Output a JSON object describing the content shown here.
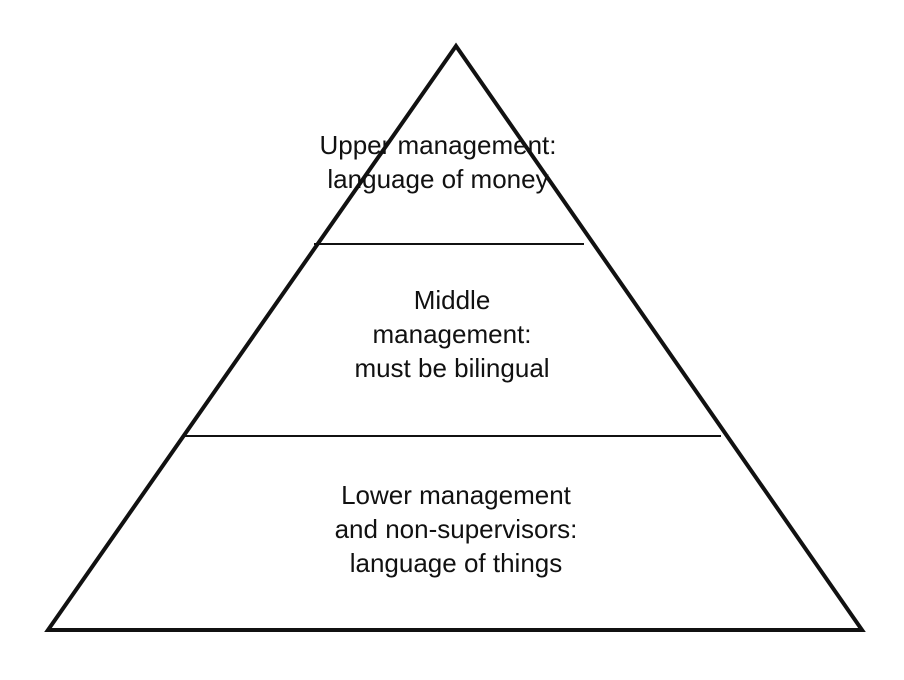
{
  "diagram": {
    "type": "pyramid",
    "line_color": "#111111",
    "background": "#ffffff",
    "tiers": [
      {
        "lines": [
          "Upper management:",
          "language of money"
        ]
      },
      {
        "lines": [
          "Middle",
          "management:",
          "must be bilingual"
        ]
      },
      {
        "lines": [
          "Lower management",
          "and non-supervisors:",
          "language of things"
        ]
      }
    ]
  }
}
